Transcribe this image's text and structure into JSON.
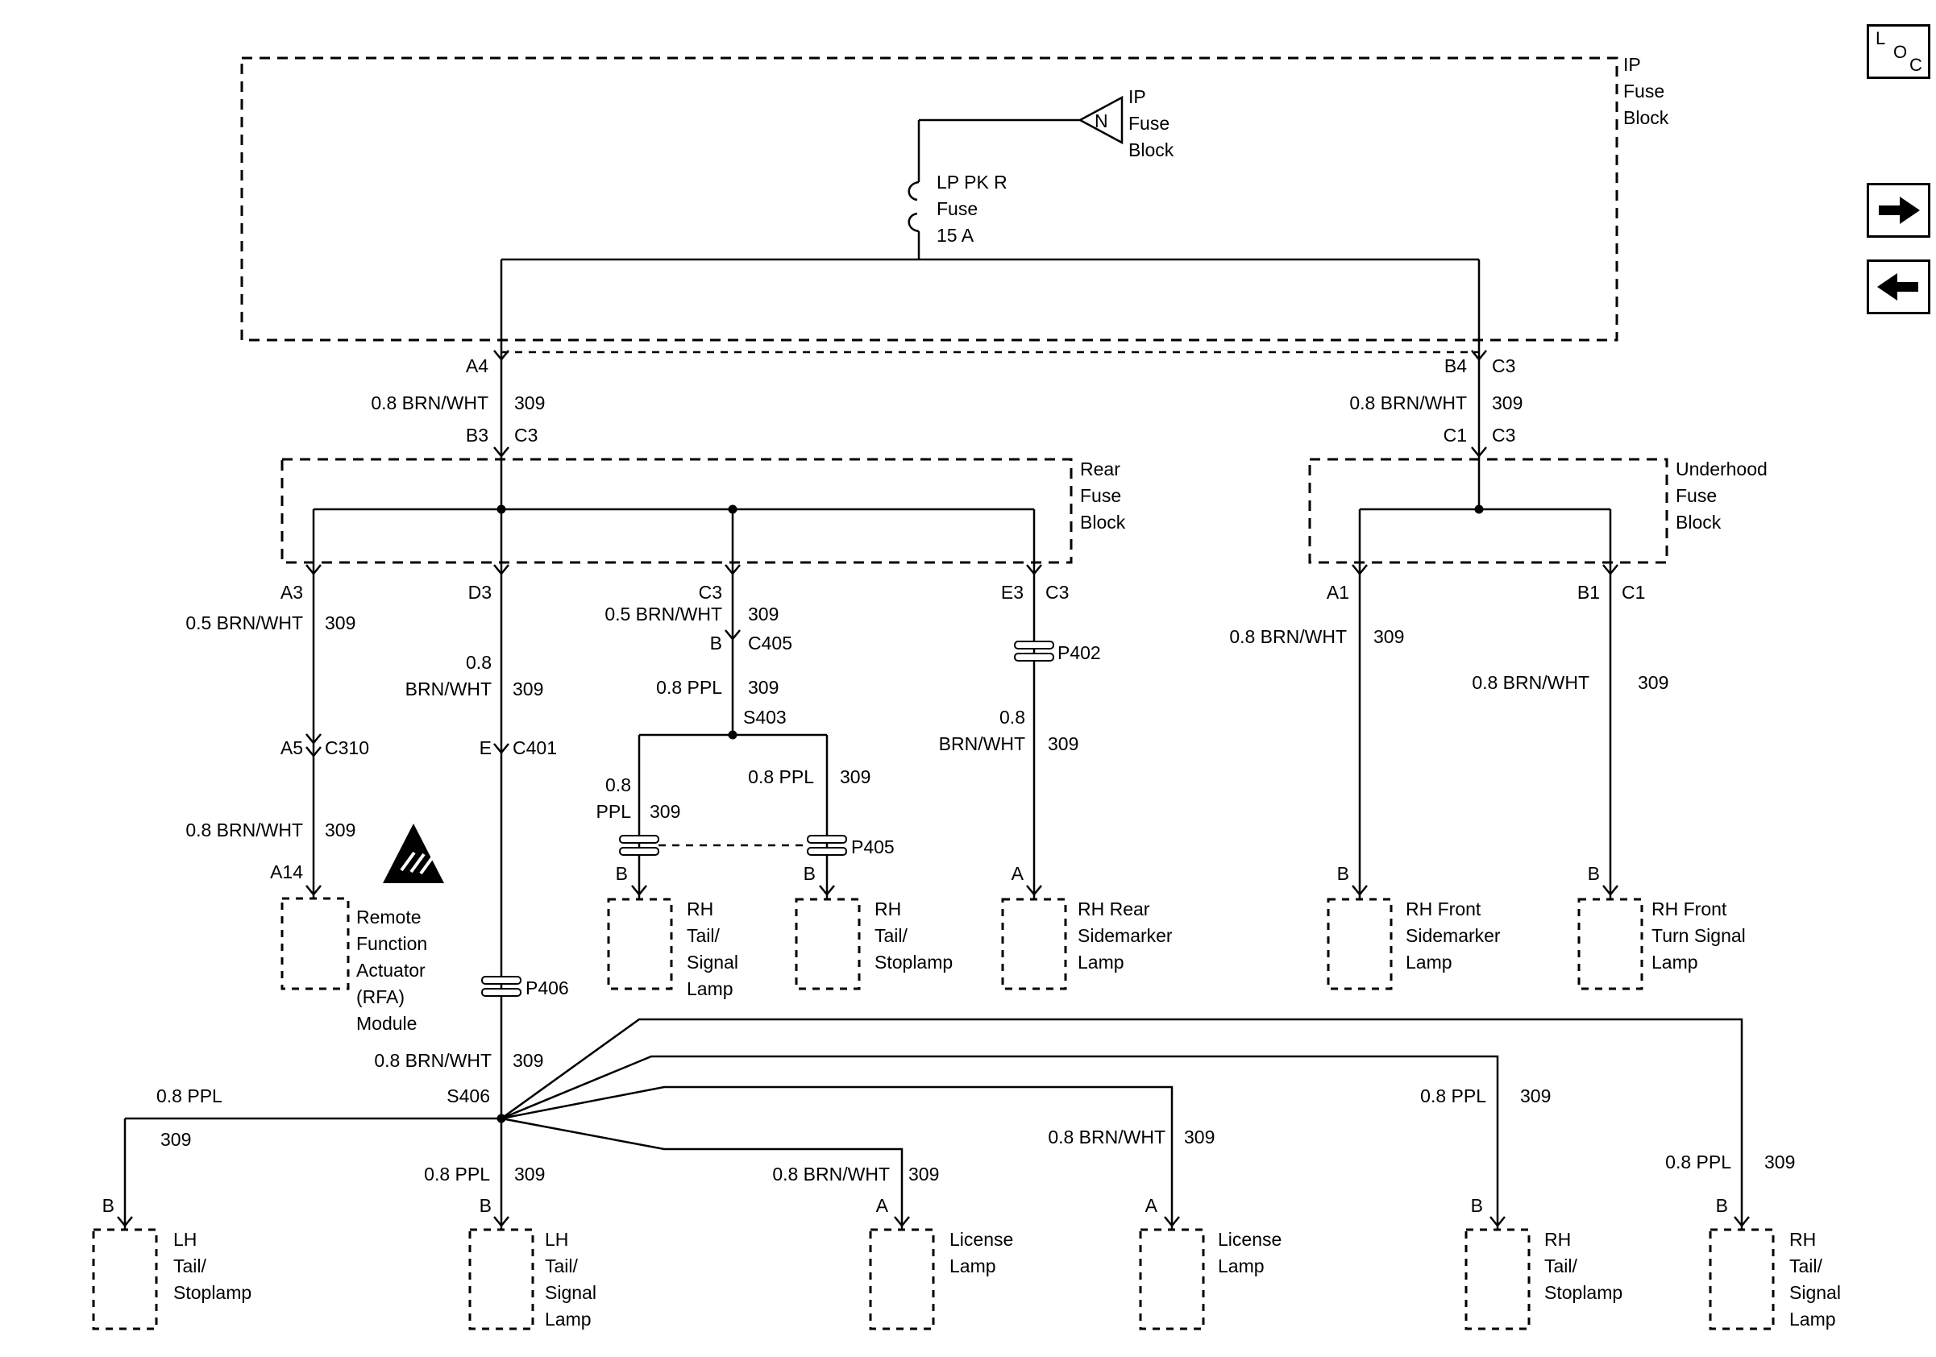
{
  "nav": {
    "loc": {
      "l": "L",
      "o": "O",
      "c": "C"
    }
  },
  "ip_fuse_block": {
    "name": "IP\nFuse\nBlock",
    "triangle_letter": "N",
    "triangle_label": "IP\nFuse\nBlock",
    "fuse_label": "LP PK R\nFuse\n15 A",
    "pin_left": "A4",
    "pin_right": "B4",
    "conn_right": "C3"
  },
  "feed_left": {
    "wire": "0.8 BRN/WHT",
    "circuit": "309",
    "pin": "B3",
    "conn": "C3"
  },
  "feed_right": {
    "wire": "0.8 BRN/WHT",
    "circuit": "309",
    "pin": "C1",
    "conn": "C3"
  },
  "rear_fuse_block": {
    "name": "Rear\nFuse\nBlock"
  },
  "underhood_fuse_block": {
    "name": "Underhood\nFuse\nBlock"
  },
  "branch_a3": {
    "pin": "A3",
    "wire1": "0.5 BRN/WHT",
    "circuit1": "309",
    "pin2": "A5",
    "conn2": "C310",
    "wire2": "0.8 BRN/WHT",
    "circuit2": "309",
    "pin3": "A14",
    "device": "Remote\nFunction\nActuator\n(RFA)\nModule"
  },
  "branch_d3": {
    "pin": "D3",
    "wire1": "0.8\nBRN/WHT",
    "circuit1": "309",
    "pin2": "E",
    "conn2": "C401",
    "connector": "P406",
    "wire2": "0.8 BRN/WHT",
    "circuit2": "309",
    "splice": "S406"
  },
  "branch_c3": {
    "pin": "C3",
    "wire1": "0.5 BRN/WHT",
    "circuit1": "309",
    "pin2": "B",
    "conn2": "C405",
    "wire2": "0.8 PPL",
    "circuit2": "309",
    "splice": "S403",
    "left": {
      "wire": "0.8\nPPL",
      "circuit": "309",
      "pin": "B",
      "device": "RH\nTail/\nSignal\nLamp"
    },
    "right": {
      "wire": "0.8 PPL",
      "circuit": "309",
      "connector": "P405",
      "pin": "B",
      "device": "RH\nTail/\nStoplamp"
    }
  },
  "branch_e3": {
    "pin": "E3",
    "conn": "C3",
    "connector": "P402",
    "wire": "0.8\nBRN/WHT",
    "circuit": "309",
    "pin2": "A",
    "device": "RH Rear\nSidemarker\nLamp"
  },
  "branch_a1": {
    "pin": "A1",
    "wire": "0.8 BRN/WHT",
    "circuit": "309",
    "pin2": "B",
    "device": "RH Front\nSidemarker\nLamp"
  },
  "branch_b1": {
    "pin": "B1",
    "conn": "C1",
    "wire": "0.8 BRN/WHT",
    "circuit": "309",
    "pin2": "B",
    "device": "RH Front\nTurn Signal\nLamp"
  },
  "s406_branches": {
    "left": {
      "wire": "0.8 PPL",
      "circuit": "309",
      "pin": "B",
      "device": "LH\nTail/\nStoplamp"
    },
    "down": {
      "wire": "0.8 PPL",
      "circuit": "309",
      "pin": "B",
      "device": "LH\nTail/\nSignal\nLamp"
    },
    "license1": {
      "wire": "0.8 BRN/WHT",
      "circuit": "309",
      "pin": "A",
      "device": "License\nLamp"
    },
    "license2": {
      "wire": "0.8 BRN/WHT",
      "circuit": "309",
      "pin": "A",
      "device": "License\nLamp"
    },
    "rh_stop": {
      "wire": "0.8 PPL",
      "circuit": "309",
      "pin": "B",
      "device": "RH\nTail/\nStoplamp"
    },
    "rh_signal": {
      "wire": "0.8 PPL",
      "circuit": "309",
      "pin": "B",
      "device": "RH\nTail/\nSignal\nLamp"
    }
  }
}
